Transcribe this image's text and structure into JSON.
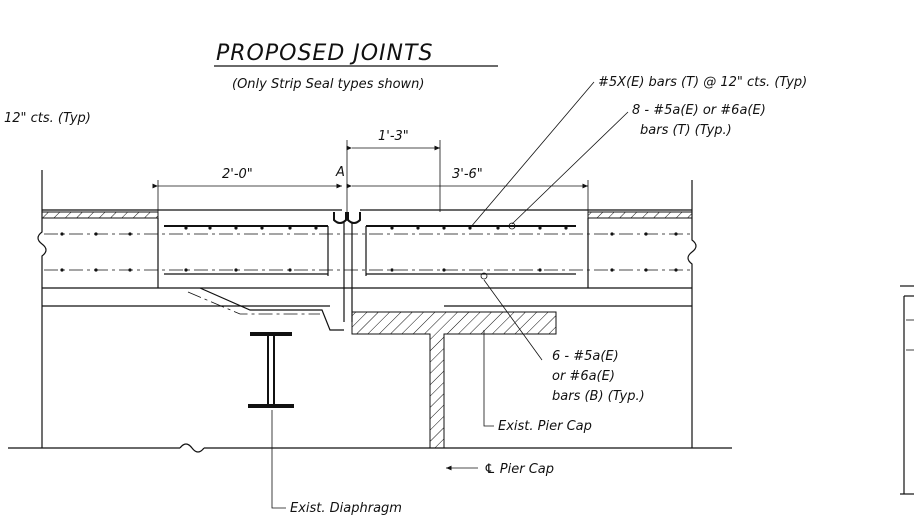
{
  "title": "PROPOSED JOINTS",
  "subtitle": "(Only Strip Seal types shown)",
  "notes": {
    "top_left_spacing": "12\" cts. (Typ)",
    "top_bars": "#5X(E) bars (T) @ 12\" cts. (Typ)",
    "top_long_bars_line1": "8 - #5a(E) or #6a(E)",
    "top_long_bars_line2": "bars (T) (Typ.)",
    "bottom_bars_line1": "6 - #5a(E)",
    "bottom_bars_line2": "or #6a(E)",
    "bottom_bars_line3": "bars (B) (Typ.)",
    "pier_cap": "Exist. Pier Cap",
    "centerline": "℄ Pier Cap",
    "diaphragm": "Exist. Diaphragm"
  },
  "dimensions": {
    "left": "2'-0\"",
    "right": "3'-6\"",
    "offset": "1'-3\"",
    "point_label": "A"
  }
}
